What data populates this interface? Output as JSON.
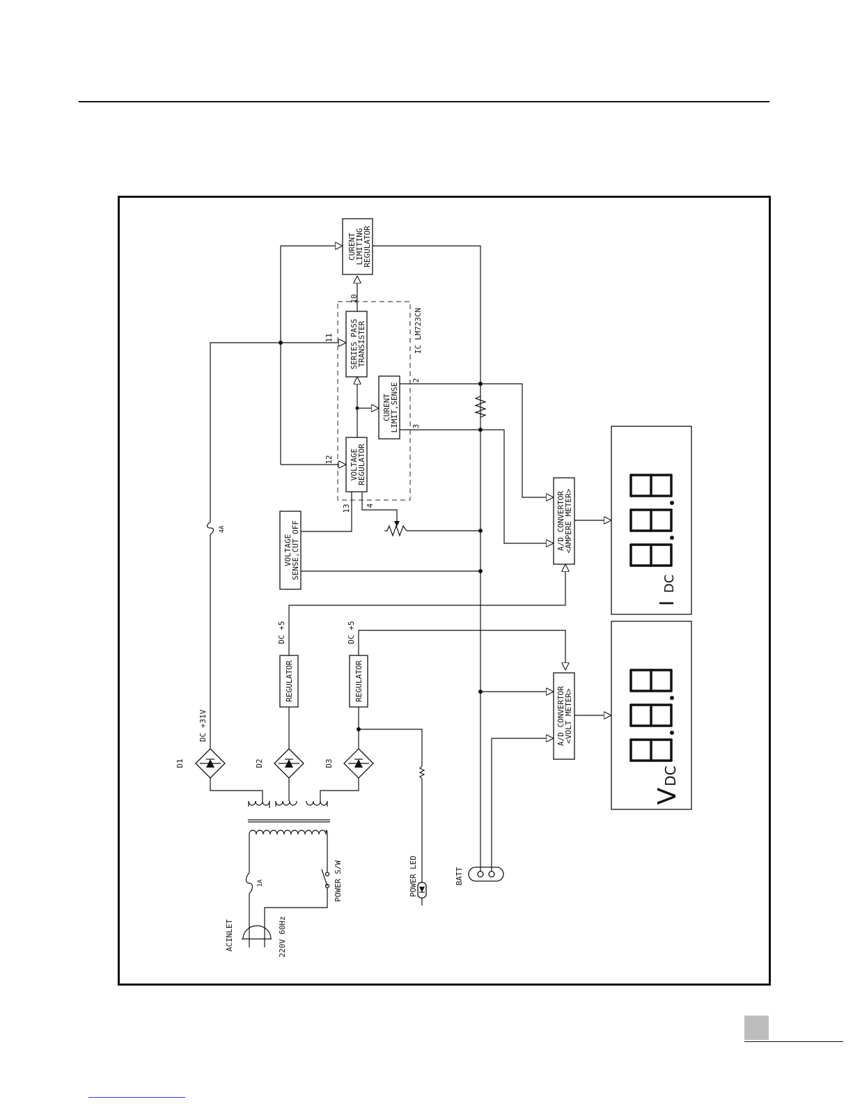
{
  "diagram": {
    "ic_label": "IC  LM723CN",
    "blocks": {
      "current_limiting_regulator": [
        "CURENT",
        "LIMITING",
        "REGULATOR"
      ],
      "series_pass_transistor": [
        "SERIES PASS",
        "TRANSISTER"
      ],
      "current_limit_sense": [
        "CURENT",
        "LIMIT,SENSE"
      ],
      "voltage_regulator": [
        "VOLTAGE",
        "REGULATOR"
      ],
      "voltage_sense_cut_off": [
        "VOLTAGE",
        "SENSE,CUT OFF"
      ],
      "regulator_1": "REGULATOR",
      "regulator_2": "REGULATOR",
      "ad_ampere": [
        "A/D CONVERTOR",
        "<AMPERE METER>"
      ],
      "ad_volt": [
        "A/D CONVERTOR",
        "<VOLT METER>"
      ]
    },
    "pins": {
      "p10": "10",
      "p11": "11",
      "p2": "2",
      "p3": "3",
      "p12": "12",
      "p13": "13",
      "p4": "4"
    },
    "supplies": {
      "dc31": "DC  +31V",
      "dc5a": "DC  +5",
      "dc5b": "DC  +5"
    },
    "diodes": {
      "d1": "D1",
      "d2": "D2",
      "d3": "D3"
    },
    "fuses": {
      "f4a": "4A",
      "f1a": "1A"
    },
    "components": {
      "acinlet": "ACINLET",
      "mains": "220V   60Hz",
      "power_sw": "POWER S/W",
      "power_led": "POWER LED",
      "batt": "BATT"
    },
    "displays": {
      "ampere": {
        "reading": "8.8.8",
        "unit_main": "I",
        "unit_sub": "DC"
      },
      "volt": {
        "reading": "8.8.8",
        "unit_main": "V",
        "unit_sub": "DC"
      }
    }
  }
}
